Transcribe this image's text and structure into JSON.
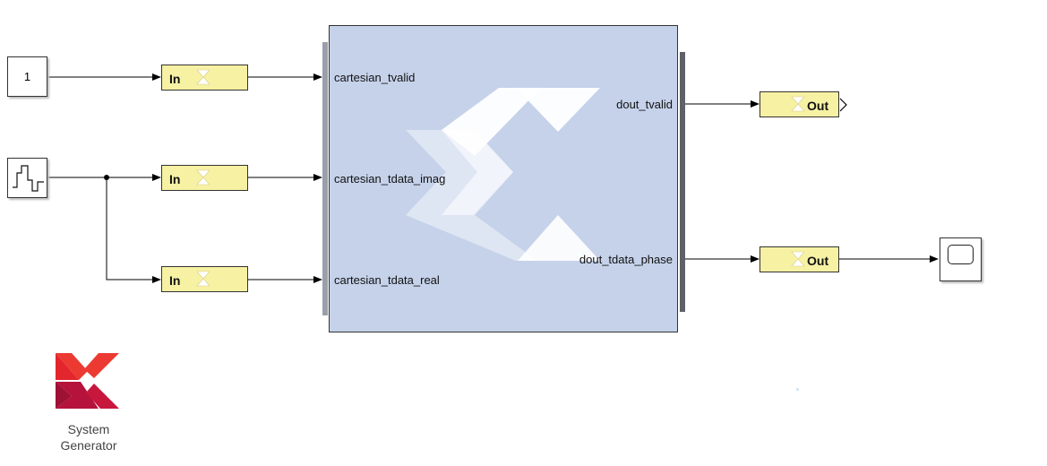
{
  "constant": {
    "value": "1"
  },
  "gateway_in": {
    "label": "In"
  },
  "gateway_out": {
    "label": "Out"
  },
  "subsystem": {
    "inputs": [
      "cartesian_tvalid",
      "cartesian_tdata_imag",
      "cartesian_tdata_real"
    ],
    "outputs": [
      "dout_tvalid",
      "dout_tdata_phase"
    ]
  },
  "system_generator": {
    "line1": "System",
    "line2": "Generator"
  },
  "colors": {
    "subsystem_fill": "#c5d2ea",
    "gateway_fill": "#f7f1a4",
    "logo_light": "#ec3a32",
    "logo_dark": "#b5133b"
  }
}
